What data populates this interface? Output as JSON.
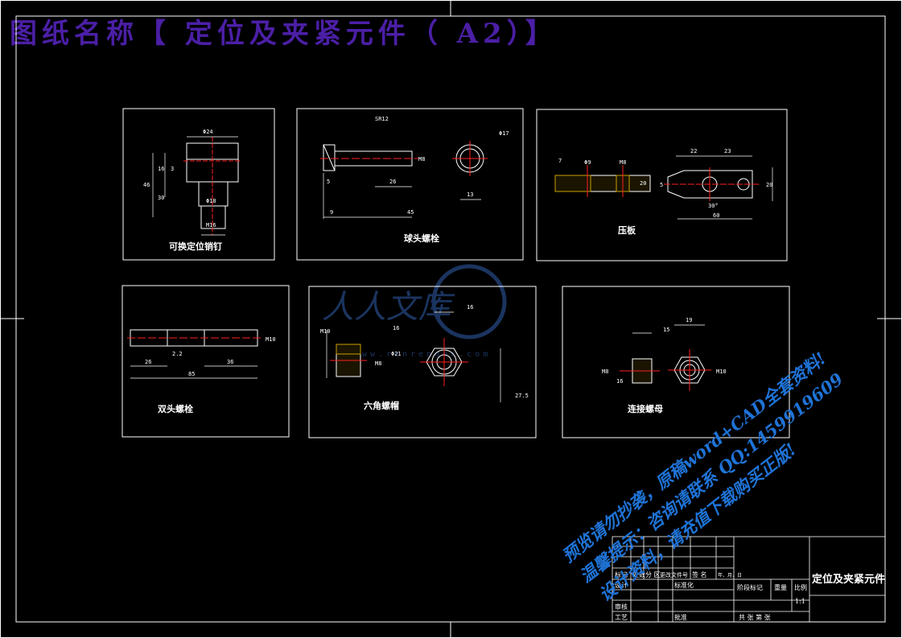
{
  "drawing_title": "图纸名称【 定位及夹紧元件（ A2）】",
  "panels": {
    "p1": {
      "label": "可换定位销钉",
      "dims": [
        "Φ24",
        "16",
        "46",
        "3",
        "30",
        "Φ18",
        "M16"
      ]
    },
    "p2": {
      "label": "球头螺栓",
      "dims": [
        "SR12",
        "M8",
        "5",
        "26",
        "9",
        "45",
        "Φ17",
        "13"
      ]
    },
    "p3": {
      "label": "压板",
      "dims": [
        "7",
        "Φ9",
        "M8",
        "20",
        "22",
        "23",
        "20",
        "30°",
        "60",
        "5"
      ]
    },
    "p4": {
      "label": "双头螺栓",
      "dims": [
        "M10",
        "2.2",
        "26",
        "36",
        "85"
      ]
    },
    "p5": {
      "label": "六角螺帽",
      "dims": [
        "M10",
        "16",
        "16",
        "M8",
        "27.5",
        "Φ21"
      ]
    },
    "p6": {
      "label": "连接螺母",
      "dims": [
        "15",
        "19",
        "M8",
        "16",
        "M10"
      ]
    }
  },
  "title_block": {
    "name": "定位及夹紧元件",
    "scale": "1:1",
    "row_headers": [
      "标记",
      "处数",
      "分 区",
      "更改文件号",
      "签 名",
      "年、月、日"
    ],
    "roles": [
      "设计",
      "标准化",
      "审核",
      "工艺",
      "批准"
    ],
    "stage_label": "阶段标记",
    "weight_label": "重量",
    "scale_label": "比例",
    "sheet_label": "共  张  第  张"
  },
  "watermark": {
    "text": "人人文库",
    "url": "www.renrendoc.com"
  },
  "promo_lines": [
    "预览请勿抄袭，原稿word+CAD全套资料!",
    "温馨提示：咨询请联系 QQ:1459919609",
    "设计资料，请充值下载购买正版!"
  ],
  "colors": {
    "background": "#000000",
    "lines": "#ffffff",
    "center_lines": "#ff2020",
    "hatch": "#c8a000",
    "title": "#4b1fa6",
    "promo": "#1f73d6",
    "watermark": "#1e3a6a"
  }
}
